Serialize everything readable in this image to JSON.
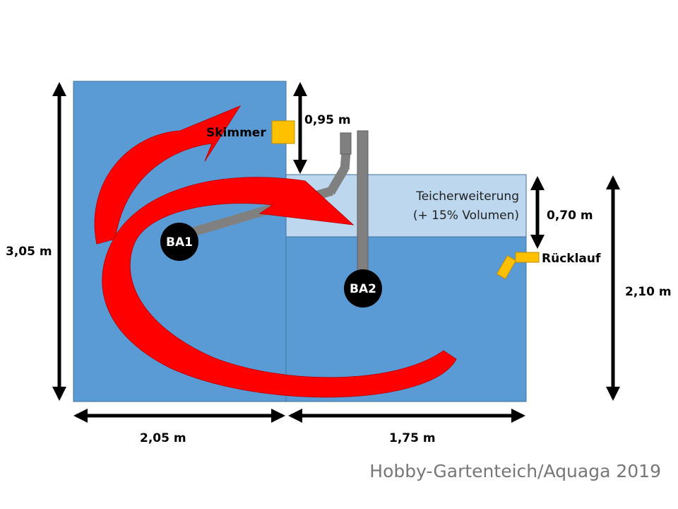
{
  "colors": {
    "water": "#5b9bd5",
    "extension": "#bdd7ee",
    "flow_arrow": "#ff0000",
    "pipe": "#808080",
    "skimmer": "#ffc000",
    "drain": "#000000",
    "credit_text": "#777777"
  },
  "labels": {
    "skimmer": "Skimmer",
    "ruecklauf": "Rücklauf",
    "ba1": "BA1",
    "ba2": "BA2",
    "extension_line1": "Teicherweiterung",
    "extension_line2": "(+ 15% Volumen)"
  },
  "dimensions": {
    "left_height": "3,05 m",
    "skimmer_depth": "0,95 m",
    "extension_depth": "0,70 m",
    "right_height": "2,10 m",
    "left_width": "2,05 m",
    "right_width": "1,75 m"
  },
  "credit": "Hobby-Gartenteich/Aquaga 2019"
}
